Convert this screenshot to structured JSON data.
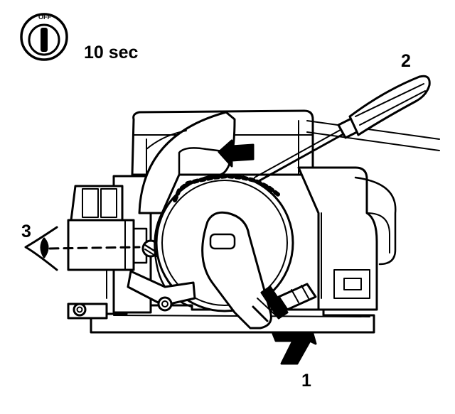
{
  "ignition_icon": {
    "label": "OFF",
    "icon": "ignition-key-off-icon"
  },
  "time_label": "10 sec",
  "callouts": {
    "c1": "1",
    "c2": "2",
    "c3": "3"
  },
  "colors": {
    "ink": "#000000",
    "paper": "#ffffff"
  }
}
